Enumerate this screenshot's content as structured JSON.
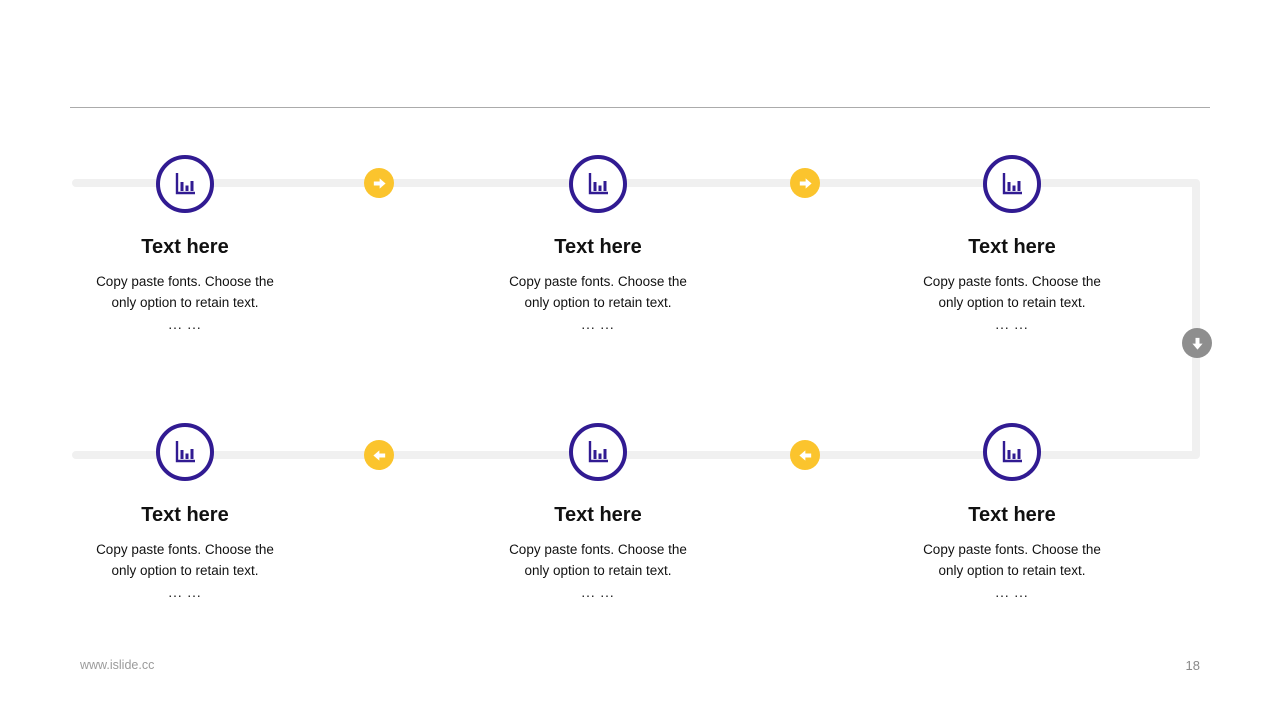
{
  "colors": {
    "purple": "#311B92",
    "yellow": "#FBC42D",
    "arrow-gray": "#8E8E8E",
    "timeline": "#F0F0F0",
    "divider": "#ABABAB"
  },
  "cards": [
    {
      "title": "Text here",
      "description": "Copy paste fonts. Choose the only option to retain text.",
      "ellipsis": "... ..."
    },
    {
      "title": "Text here",
      "description": "Copy paste fonts. Choose the only option to retain text.",
      "ellipsis": "... ..."
    },
    {
      "title": "Text here",
      "description": "Copy paste fonts. Choose the only option to retain text.",
      "ellipsis": "... ..."
    },
    {
      "title": "Text here",
      "description": "Copy paste fonts. Choose the only option to retain text.",
      "ellipsis": "... ..."
    },
    {
      "title": "Text here",
      "description": "Copy paste fonts. Choose the only option to retain text.",
      "ellipsis": "... ..."
    },
    {
      "title": "Text here",
      "description": "Copy paste fonts. Choose the only option to retain text.",
      "ellipsis": "... ..."
    }
  ],
  "icons": {
    "step_icon": "bar-chart-icon",
    "flow_forward": "arrow-right-icon",
    "flow_backward": "arrow-left-icon",
    "flow_turn": "arrow-down-icon"
  },
  "footer": {
    "website": "www.islide.cc",
    "page_number": "18"
  }
}
